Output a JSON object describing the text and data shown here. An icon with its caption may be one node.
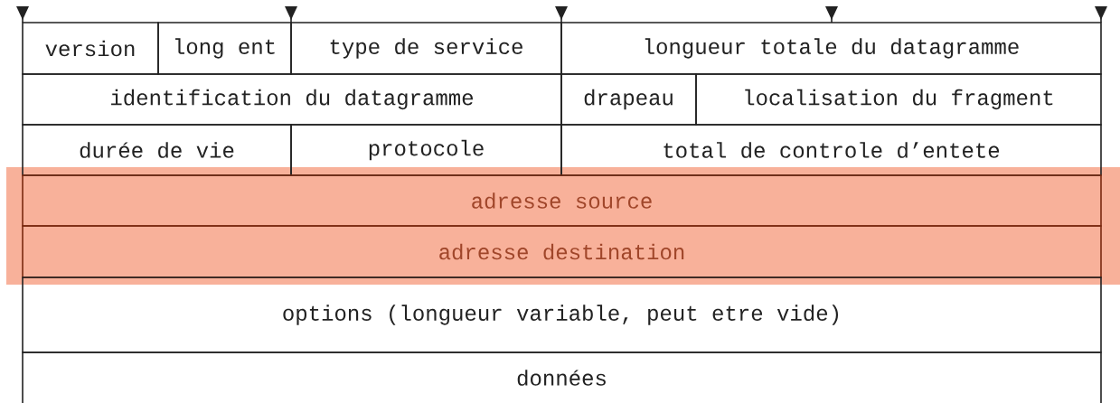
{
  "diagram": {
    "nodes": [
      {
        "text": [
          "version"
        ]
      },
      {
        "text": [
          "long ent"
        ]
      },
      {
        "text": [
          "type de service"
        ]
      },
      {
        "text": [
          "longueur totale du datagramme"
        ]
      },
      {
        "text": [
          "identification du datagramme"
        ]
      },
      {
        "text": [
          "drapeau"
        ]
      },
      {
        "text": [
          "localisation du fragment"
        ]
      },
      {
        "text": [
          "durée de vie"
        ]
      },
      {
        "text": [
          "protocole"
        ]
      },
      {
        "text": [
          "total de controle d’entete"
        ]
      },
      {
        "text": [
          "adresse source"
        ]
      },
      {
        "text": [
          "adresse destination"
        ]
      },
      {
        "text": [
          "options (longueur variable, peut etre vide)"
        ]
      },
      {
        "text": [
          "données"
        ]
      }
    ]
  }
}
